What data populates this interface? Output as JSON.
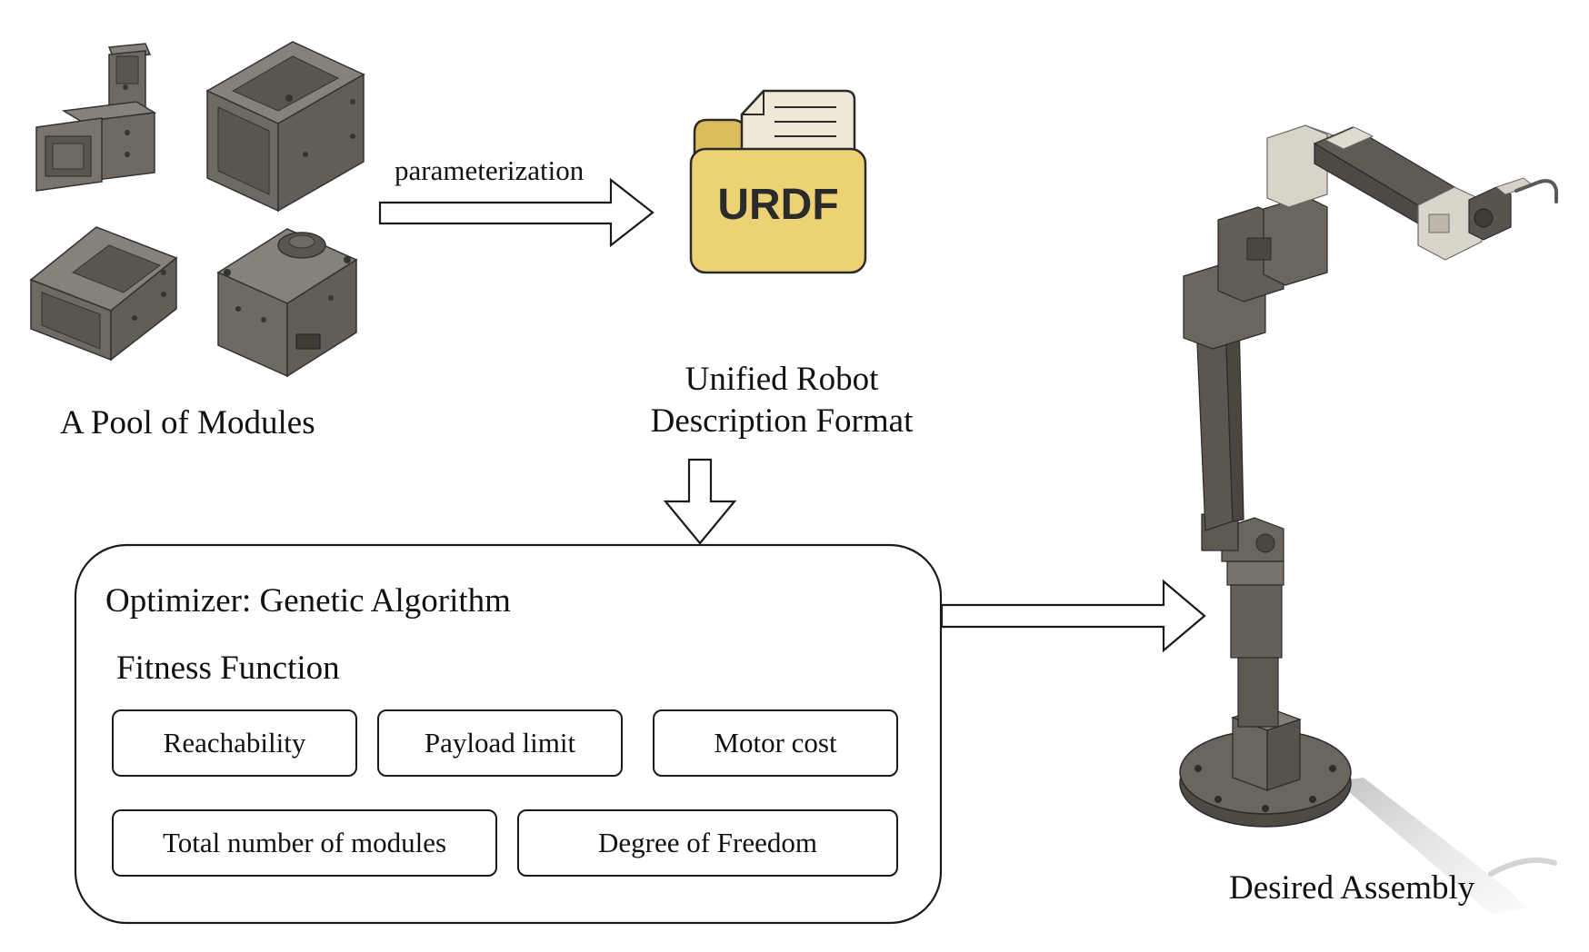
{
  "labels": {
    "pool_of_modules": "A Pool of Modules",
    "parameterization": "parameterization",
    "urdf_line1": "Unified Robot",
    "urdf_line2": "Description Format",
    "urdf_icon_text": "URDF",
    "desired_assembly": "Desired Assembly"
  },
  "optimizer": {
    "title": "Optimizer: Genetic Algorithm",
    "fitness_title": "Fitness Function",
    "criteria": [
      "Reachability",
      "Payload limit",
      "Motor cost",
      "Total number of modules",
      "Degree of Freedom"
    ]
  },
  "colors": {
    "module_dark": "#6f6a61",
    "module_mid": "#5a554d",
    "module_light": "#86817a",
    "folder_yellow": "#ecd275",
    "folder_back": "#dcbd5c",
    "paper": "#efe8d6",
    "outline": "#1a1a1a",
    "robot_white": "#d9d4ca"
  }
}
